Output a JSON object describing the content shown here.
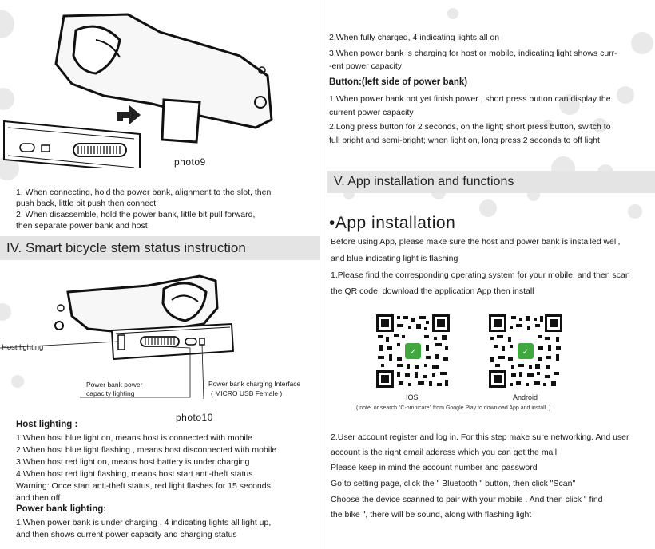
{
  "left": {
    "photo9": {
      "caption": "photo9"
    },
    "connect_steps": [
      "1. When connecting, hold the power bank, alignment to the slot, then",
      "    push back, little bit push then connect",
      "2. When disassemble, hold the power bank, little bit  pull forward,",
      "    then separate power bank and host"
    ],
    "section_iv": "IV. Smart bicycle stem status instruction",
    "photo10": {
      "caption": "photo10",
      "host_lighting_label": "Host lighting",
      "power_bank_label_1": "Power bank power",
      "power_bank_label_2": "capacity lighting",
      "charging_label_1": "Power bank charging Interface",
      "charging_label_2": "( MICRO USB Female )"
    },
    "host_lighting_title": "Host lighting :",
    "host_lighting_items": [
      "1.When host blue light on, means host is connected with mobile",
      "2.When host blue light flashing , means host disconnected with mobile",
      "3.When host red light on, means host battery is under charging",
      "4.When host red light flashing, means host start anti-theft status",
      "   Warning: Once start anti-theft status, red light flashes for 15 seconds",
      "   and then off"
    ],
    "power_bank_title": "Power bank lighting:",
    "power_bank_items": [
      "1.When power bank is under charging , 4 indicating lights all light up,",
      "   and then shows current power capacity and charging status"
    ]
  },
  "right": {
    "top_items": [
      "2.When fully charged, 4 indicating lights all on",
      "3.When power bank is charging for host or mobile, indicating light shows curr-",
      "   -ent power capacity"
    ],
    "button_title": "Button:(left side of power bank)",
    "button_items": [
      "1.When power bank not yet finish power , short press button can display the",
      "   current power capacity",
      "2.Long press button for 2 seconds, on the light; short press button, switch to",
      "   full bright and semi-bright; when light on, long press 2 seconds to off light"
    ],
    "section_v": "V. App installation and functions",
    "app_title": "•App installation",
    "app_intro": [
      "Before using App, please make sure the host and power bank is installed well,",
      "and blue indicating light is flashing"
    ],
    "app_step1": [
      "1.Please find the corresponding operating system for your mobile, and then scan",
      "   the QR code, download the application App then install"
    ],
    "qr_labels": [
      "IOS",
      "Android"
    ],
    "qr_note": "( note: or search \"C-omnicare\" from Google Play to download App and install. )",
    "app_step2": [
      "2.User account register and log in. For this step make sure networking. And user",
      "   account is the right email address which you can get the mail",
      "   Please keep in mind the account number and password",
      "   Go to setting page, click the \" Bluetooth \" button, then click \"Scan\"",
      "   Choose the device scanned to pair with your mobile . And then click \" find",
      "   the bike \", there will be sound, along with flashing light"
    ]
  }
}
